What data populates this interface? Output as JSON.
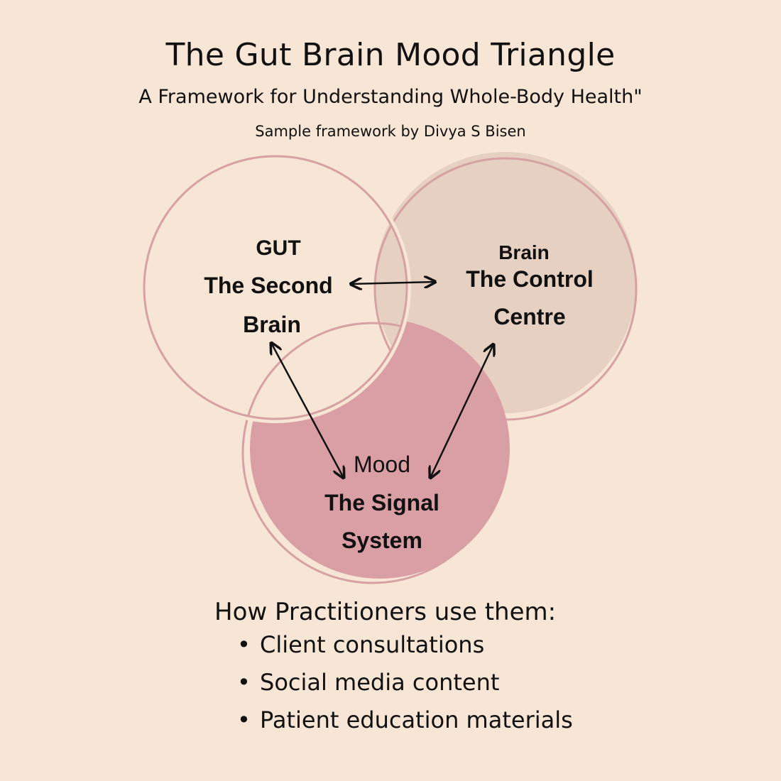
{
  "header": {
    "title": "The Gut Brain Mood Triangle",
    "subtitle": "A Framework for Understanding Whole-Body Health\"",
    "byline": "Sample framework by Divya S Bisen"
  },
  "diagram": {
    "gut": {
      "line1": "GUT",
      "line2": "The Second",
      "line3": "Brain"
    },
    "brain": {
      "line1": "Brain",
      "line2": "The Control",
      "line3": "Centre"
    },
    "mood": {
      "line1": "Mood",
      "line2": "The Signal",
      "line3": "System"
    },
    "colors": {
      "background": "#f7e5d5",
      "outline": "#d7a1a4",
      "brain_fill": "#e5d0c1",
      "mood_fill": "#d99fa4",
      "arrow": "#111111"
    }
  },
  "footer": {
    "heading": "How Practitioners use them:",
    "bullet_symbol": "•",
    "items": [
      "Client consultations",
      "Social media content",
      "Patient education materials"
    ]
  }
}
